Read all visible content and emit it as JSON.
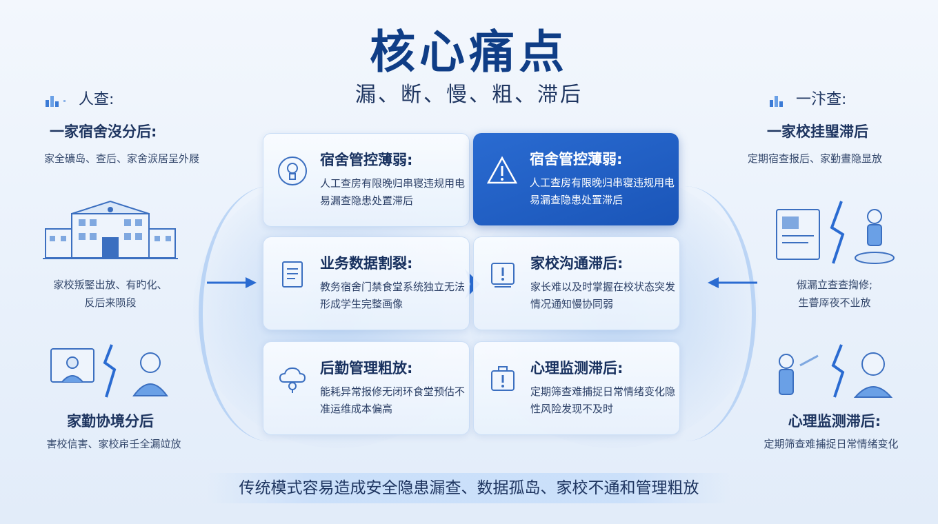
{
  "header": {
    "title": "核心痛点",
    "subtitle": "漏、断、慢、粗、滞后"
  },
  "left": {
    "head": "人查:",
    "block1": {
      "title": "一家宿舍沒分后:",
      "text": "家全礦岛、查后、家舍涙居呈外屐"
    },
    "block2": {
      "text1": "家校叛鋻出放、有旳化、",
      "text2": "反后来陨段"
    },
    "block3": {
      "title": "家勤协境分后",
      "text": "害校信害、家校帍壬全漏竝放"
    }
  },
  "right": {
    "head": "一汴查:",
    "block1": {
      "title": "一家校挂琞滞后",
      "text": "定期宿查报后、家勤晝隐显放"
    },
    "block2": {
      "text1": "俶漏立查查揈修;",
      "text2": "生瞢厗夜不业放"
    },
    "block3": {
      "title": "心理监测滞后:",
      "text": "定期筛查难捕捉日常情绪变化"
    }
  },
  "cards": [
    {
      "title": "宿舍管控薄弱:",
      "desc": "人工查房有限晚归串寝违规用电易漏查隐患处置滞后",
      "icon": "lightbulb-icon"
    },
    {
      "title": "宿舍管控薄弱:",
      "desc": "人工查房有限晚归串寝违规用电易漏查隐患处置滞后",
      "icon": "warning-icon"
    },
    {
      "title": "业务数据割裂:",
      "desc": "教务宿舍门禁食堂系统独立无法形成学生完整画像",
      "icon": "document-icon"
    },
    {
      "title": "家校沟通滞后:",
      "desc": "家长难以及时掌握在校状态突发情况通知慢协同弱",
      "icon": "alert-board-icon"
    },
    {
      "title": "后勤管理粗放:",
      "desc": "能耗异常报修无闭环食堂预估不准运维成本偏高",
      "icon": "cloud-bulb-icon"
    },
    {
      "title": "心理监测滞后:",
      "desc": "定期筛查难捕捉日常情绪变化隐性风险发现不及时",
      "icon": "briefcase-alert-icon"
    }
  ],
  "footer": {
    "text": "传统模式容易造成安全隐患漏查、数据孤岛、家校不通和管理粗放"
  },
  "colors": {
    "primary": "#0f3d86",
    "active_card": "#1f5fc6",
    "text": "#1e3560"
  }
}
